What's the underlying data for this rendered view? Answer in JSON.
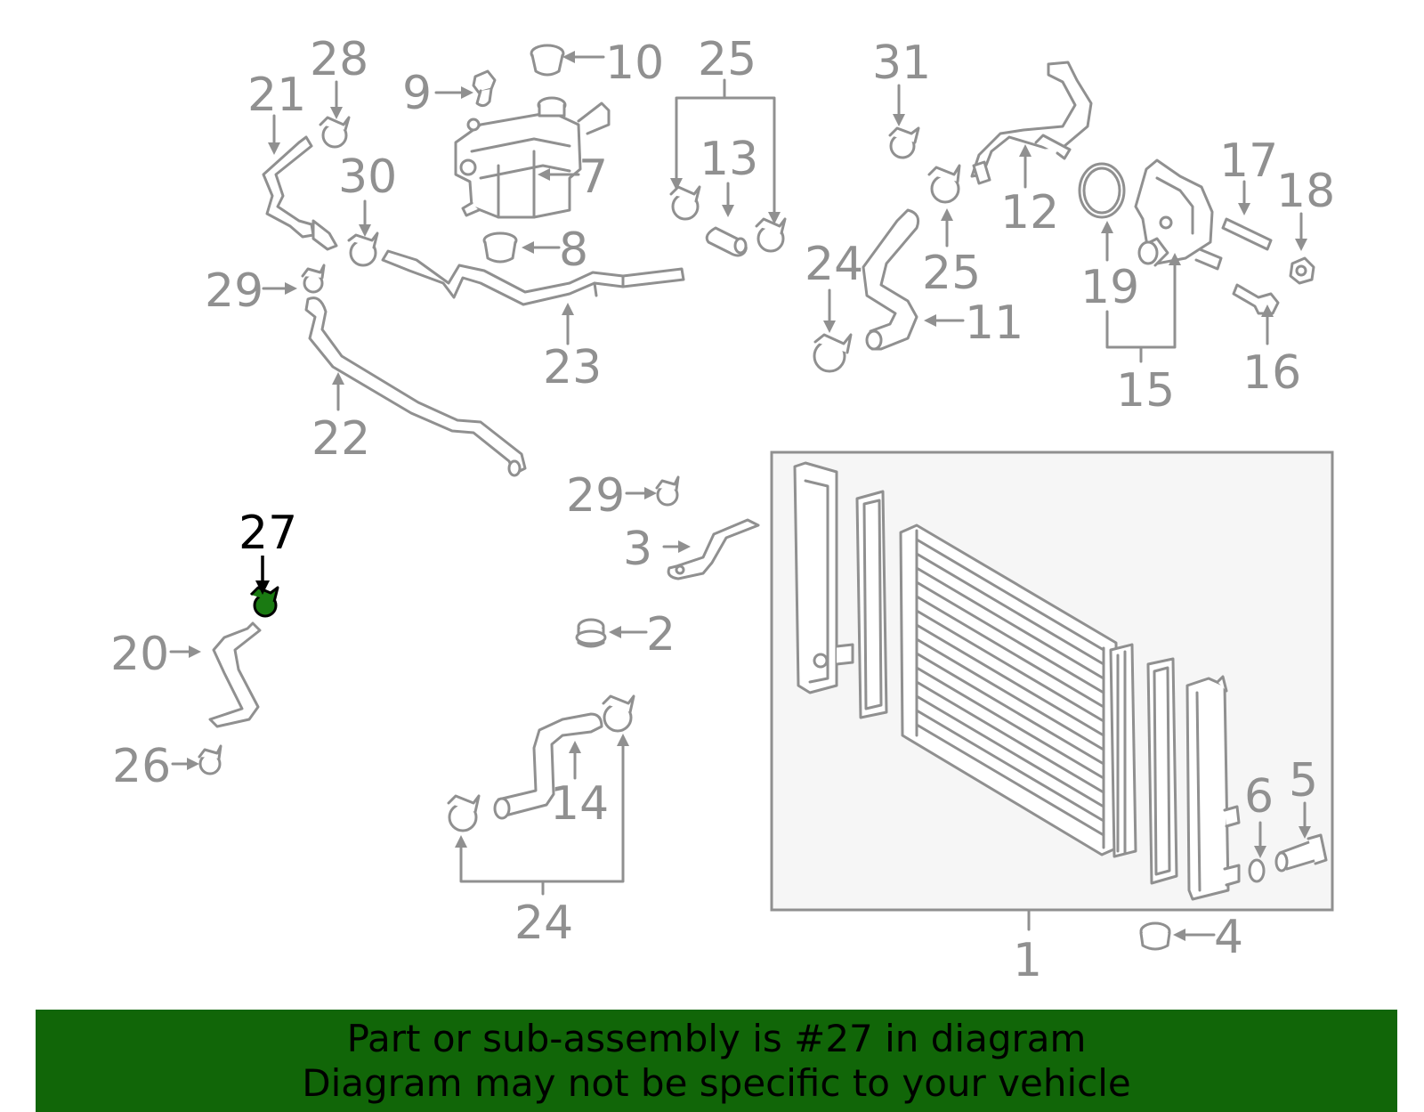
{
  "callouts": {
    "c1": "1",
    "c2": "2",
    "c3": "3",
    "c4": "4",
    "c5": "5",
    "c6": "6",
    "c7": "7",
    "c8": "8",
    "c9": "9",
    "c10": "10",
    "c11": "11",
    "c12": "12",
    "c13": "13",
    "c14": "14",
    "c15": "15",
    "c16": "16",
    "c17": "17",
    "c18": "18",
    "c19": "19",
    "c20": "20",
    "c21": "21",
    "c22": "22",
    "c23": "23",
    "c24a": "24",
    "c24b": "24",
    "c25a": "25",
    "c25b": "25",
    "c26": "26",
    "c27": "27",
    "c28": "28",
    "c29a": "29",
    "c29b": "29",
    "c30": "30",
    "c31": "31"
  },
  "highlight": {
    "part": "27",
    "color": "#1a7a12"
  },
  "banner": {
    "line1": "Part or sub-assembly is #27 in diagram",
    "line2": "Diagram may not be specific to your vehicle",
    "background": "#116608"
  },
  "colors": {
    "line": "#909090",
    "panel": "#f6f6f6"
  }
}
